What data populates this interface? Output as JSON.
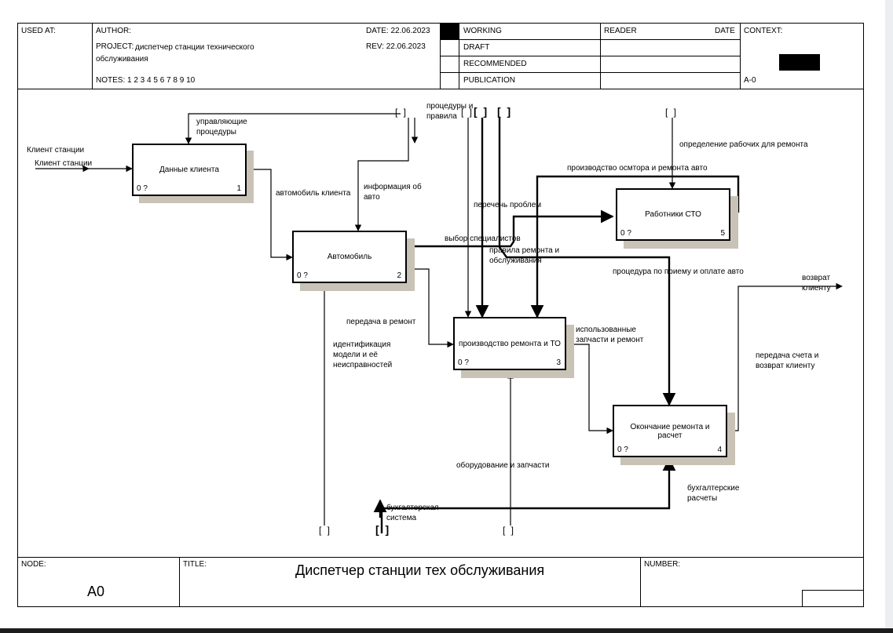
{
  "header": {
    "used_at": "USED AT:",
    "author": "AUTHOR:",
    "project_label": "PROJECT:",
    "project_value": "диспетчер станции технического\nобслуживания",
    "notes": "NOTES:  1  2  3  4  5  6  7  8  9  10",
    "date": "DATE:  22.06.2023",
    "rev": "REV:    22.06.2023",
    "status_items": [
      "WORKING",
      "DRAFT",
      "RECOMMENDED",
      "PUBLICATION"
    ],
    "reader": "READER",
    "reader_date": "DATE",
    "context": "CONTEXT:",
    "context_node": "A-0"
  },
  "boxes": [
    {
      "name": "Данные клиента",
      "cost": "0 ?",
      "num": "1"
    },
    {
      "name": "Автомобиль",
      "cost": "0 ?",
      "num": "2"
    },
    {
      "name": "производство ремонта  и ТО",
      "cost": "0 ?",
      "num": "3"
    },
    {
      "name": "Окончание ремонта и расчет",
      "cost": "0 ?",
      "num": "4"
    },
    {
      "name": "Работники СТО",
      "cost": "0 ?",
      "num": "5"
    }
  ],
  "labels": {
    "client_station_1": "Клиент станции",
    "client_station_2": "Клиент станции",
    "control_procs": "управляющие\nпроцедуры",
    "procedures_rules": "процедуры и\nправила",
    "client_car": "автомобиль клиента",
    "car_info": "информация об\nавто",
    "define_workers": "определение рабочих для ремонта",
    "production_inspection": "производство осмтора и ремонта авто",
    "problem_list": "перечень проблем",
    "select_specialists": "выбор специалистов",
    "repair_rules": "правила ремонта и\nобслуживания",
    "accept_pay_proc": "процедура по приему и оплате авто",
    "return_client": "возврат\nклиенту",
    "transfer_repair": "передача в ремонт",
    "used_parts": "использованные\nзапчасти и ремонт",
    "ident_model": "идентификация\nмодели и её\nнеисправностей",
    "bill_return": "передача счета и\nвозврат клиенту",
    "equipment_parts": "оборудование и запчасти",
    "accounting_system": "бухгалтерская\nсистема",
    "accounting_calc": "бухгалтерские\nрасчеты"
  },
  "tunnels": {
    "tunnel_open": "[ ]",
    "tunnel_bold": "[ ]"
  },
  "footer": {
    "node_label": "NODE:",
    "node_value": "A0",
    "title_label": "TITLE:",
    "title_value": "Диспетчер станции тех обслуживания",
    "number_label": "NUMBER:"
  }
}
